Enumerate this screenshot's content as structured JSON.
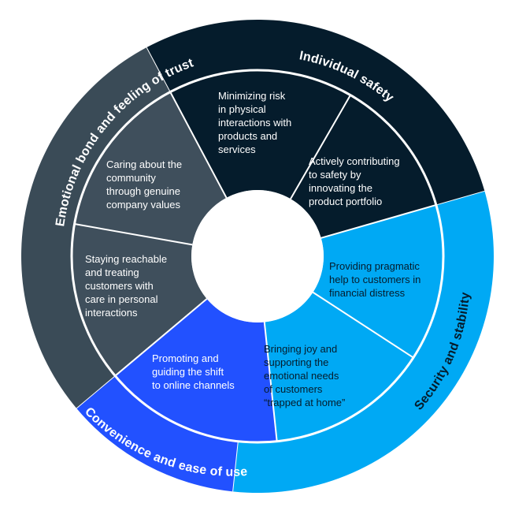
{
  "colors": {
    "individual_safety": "#051C2C",
    "security_stability": "#00A9F4",
    "convenience": "#2251FF",
    "emotional_outer": "#3A4B57",
    "emotional_inner": "#3F4F5C",
    "divider": "#FFFFFF",
    "dark_text": "#051C2C",
    "light_text": "#FFFFFF"
  },
  "categories": {
    "individual_safety": "Individual safety",
    "security_stability": "Security and stability",
    "convenience": "Convenience and ease of use",
    "emotional": "Emotional bond and feeling of trust"
  },
  "segments": {
    "minimizing_risk": [
      "Minimizing risk",
      "in physical",
      "interactions with",
      "products and",
      "services"
    ],
    "actively_contributing": [
      "Actively contributing",
      "to safety by",
      "innovating the",
      "product portfolio"
    ],
    "providing_help": [
      "Providing pragmatic",
      "help to customers in",
      "financial distress"
    ],
    "bringing_joy": [
      "Bringing joy and",
      "supporting the",
      "emotional needs",
      "of customers",
      "“trapped at home”"
    ],
    "promoting_shift": [
      "Promoting and",
      "guiding the shift",
      "to online channels"
    ],
    "staying_reachable": [
      "Staying reachable",
      "and treating",
      "customers with",
      "care in personal",
      "interactions"
    ],
    "caring_community": [
      "Caring about the",
      "community",
      "through genuine",
      "company values"
    ]
  }
}
